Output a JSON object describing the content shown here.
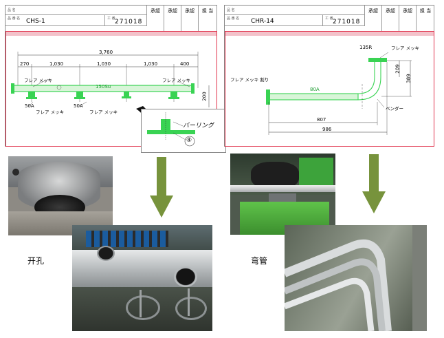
{
  "left_drawing": {
    "name_label": "品 名",
    "code_label": "品 番 名",
    "part_no": "CHS-1",
    "work_label": "工 番",
    "work_no": "271018",
    "approval_cols": [
      "承認",
      "承認",
      "承認",
      "担 当"
    ],
    "dim_total": "3,760",
    "dim_segments": [
      "270",
      "1,030",
      "1,030",
      "1,030",
      "400"
    ],
    "pipe_label": "150Su",
    "callouts": [
      "フレア メッキ",
      "フレア メッキ",
      "フレア メッキ",
      "フレア メッキ"
    ],
    "branch_labels": [
      "50A",
      "50A"
    ],
    "height_dim": "200",
    "detail_text": "バーリング",
    "detail_number": "④"
  },
  "right_drawing": {
    "name_label": "品 名",
    "code_label": "品 番 名",
    "part_no": "CHR-14",
    "work_label": "工 番",
    "work_no": "271018",
    "approval_cols": [
      "承認",
      "承認",
      "承認",
      "担 当"
    ],
    "top_label": "135R",
    "top_callout": "フレア メッキ",
    "left_callout": "フレア メッキ 割り",
    "pipe_label": "80A",
    "bend_label": "ベンダー",
    "dim_209": "209",
    "dim_389": "389",
    "dim_807": "807",
    "dim_986": "986"
  },
  "captions": {
    "left": "开孔",
    "right": "弯管"
  },
  "colors": {
    "arrow_green": "#77933c",
    "pipe_green": "#39d353",
    "frame_red": "#e0304a"
  }
}
